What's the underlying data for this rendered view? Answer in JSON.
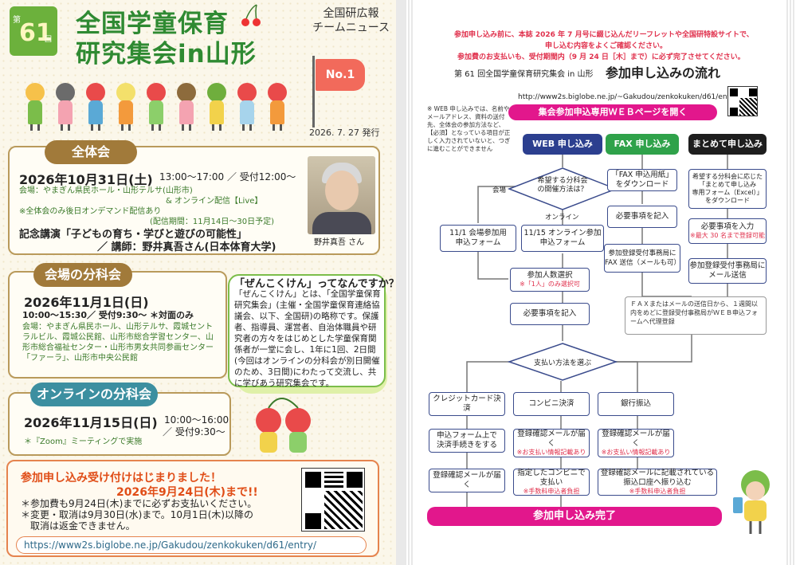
{
  "left": {
    "badge": {
      "dai": "第",
      "num": "61",
      "kai": "回"
    },
    "title": {
      "line1": "全国学童保育",
      "line2": "研究集会in山形"
    },
    "newsline": {
      "l1": "全国研広報",
      "l2": "チームニュース"
    },
    "flag": "No.1",
    "date": "2026. 7. 27  発行",
    "plenary": {
      "tag": "全体会",
      "date": "2026年10月31日(土)",
      "time": "13:00～17:00  ／  受付12:00～",
      "venue": "会場：やまぎん県民ホール・山形テルサ(山形市)",
      "online": "& オンライン配信【Live】",
      "ondemand": "※全体会のみ後日オンデマンド配信あり",
      "ondemand_period": "(配信期間：11月14日～30日予定)",
      "lecture": "記念講演「子どもの育ち・学びと遊びの可能性」",
      "lecturer": "／ 講師：野井真吾さん(日本体育大学)",
      "photo_caption": "野井真吾 さん"
    },
    "venue_session": {
      "tag": "会場の分科会",
      "date": "2026年11月1日(日)",
      "time": "10:00～15:30／ 受付9:30～  ＊対面のみ",
      "place": "会場：やまぎん県民ホール、山形テルサ、霞城セントラルビル、霞城公民館、山形市総合学習センター、山形市総合福祉センター・山形市男女共同参画センター「ファーラ」、山形市中央公民館"
    },
    "online_session": {
      "tag": "オンラインの分科会",
      "date": "2026年11月15日(日)",
      "time": "10:00～16:00",
      "reception": "／ 受付9:30～",
      "note": "＊『Zoom』ミーティングで実施"
    },
    "bubble": {
      "title": "「ぜんこくけん」ってなんですか？",
      "text": "「ぜんこくけん」とは、「全国学童保育研究集会」(主催・全国学童保育連絡協議会、以下、全国研)の略称です。保護者、指導員、運営者、自治体職員や研究者の方々をはじめとした学童保育関係者が一堂に会し、1年に1回、2日間(今回はオンラインの分科会が別日開催のため、3日間)にわたって交流し、共に学びあう研究集会です。"
    },
    "registration": {
      "h1": "参加申し込み受け付けはじまりました！",
      "h2": "2026年9月24日(木)まで!!",
      "n1": "＊参加費も9月24日(木)までに必ずお支払いください。",
      "n2": "＊変更・取消は9月30日(水)まで。10月1日(木)以降の",
      "n3": "　取消は返金できません。",
      "url": "https://www2s.biglobe.ne.jp/Gakudou/zenkokuken/d61/entry/"
    }
  },
  "right": {
    "notice": {
      "l1": "参加申し込み前に、本誌 2026 年 7 月号に綴じ込んだリーフレットや全国研特設サイトで、",
      "l2": "申し込む内容をよくご確認ください。",
      "l3": "参加費のお支払いも、受付期間内（9 月 24 日［木］まで）に必ず完了させてください。"
    },
    "subtitle": "第 61 回全国学童保育研究集会 in 山形",
    "title": "参加申し込みの流れ",
    "url": "http://www2s.biglobe.ne.jp/~Gakudou/zenkokuken/d61/entry/",
    "open_page": "集会参加申込専用ＷＥＢページを開く",
    "side_note": "※ WEB 申し込みでは、名前やメールアドレス、資料の送付先、全体会の参加方法など、【必須】となっている項目が正しく入力されていないと、つぎに進むことができません",
    "headers": {
      "web": "WEB 申し込み",
      "fax": "FAX 申し込み",
      "bulk": "まとめて申し込み"
    },
    "web": {
      "q1": "希望する分科会\nの開催方法は？",
      "venue_label": "会場",
      "online_label": "オンライン",
      "form_venue": "11/1 会場参加用\n申込フォーム",
      "form_online": "11/15 オンライン参加\n申込フォーム",
      "people": "参加人数選択",
      "people_note": "※「1人」のみ選択可",
      "fill": "必要事項を記入",
      "q2": "支払い方法を選ぶ",
      "card": "クレジットカード決済",
      "conv": "コンビニ決済",
      "bank": "銀行振込",
      "card2": "申込フォーム上で\n決済手続きをする",
      "conv2": "登録確認メールが届く",
      "conv2_note": "※お支払い情報記載あり",
      "bank2": "登録確認メールが届く",
      "bank2_note": "※お支払い情報記載あり",
      "card3": "登録確認メールが届く",
      "conv3": "指定したコンビニで\n支払い",
      "conv3_note": "※手数料申込者負担",
      "bank3": "登録確認メールに記載されている\n振込口座へ振り込む",
      "bank3_note": "※手数料申込者負担"
    },
    "fax": {
      "s1": "「FAX 申込用紙」\nをダウンロード",
      "s2": "必要事項を記入",
      "s3": "参加登録受付事務局に\nFAX 送信（メールも可）"
    },
    "bulk": {
      "s1": "希望する分科会に応じた\n「まとめて申し込み\n専用フォーム（Excel）」\nをダウンロード",
      "s2": "必要事項を入力",
      "s2_note": "※最大 30 名まで登録可能",
      "s3": "参加登録受付事務局に\nメール送信"
    },
    "proxy_note": "ＦＡＸまたはメールの送信日から、１週間以内をめどに登録受付事務局がＷＥＢ申込フォームへ代理登録",
    "complete": "参加申し込み完了"
  },
  "colors": {
    "green": "#2f8a32",
    "brown": "#a17a3a",
    "teal": "#3c8fa0",
    "pink": "#e2178c",
    "navy": "#2c3f8f",
    "fax_green": "#2fa24a",
    "black": "#1e1e1e",
    "red": "#e0304c"
  }
}
